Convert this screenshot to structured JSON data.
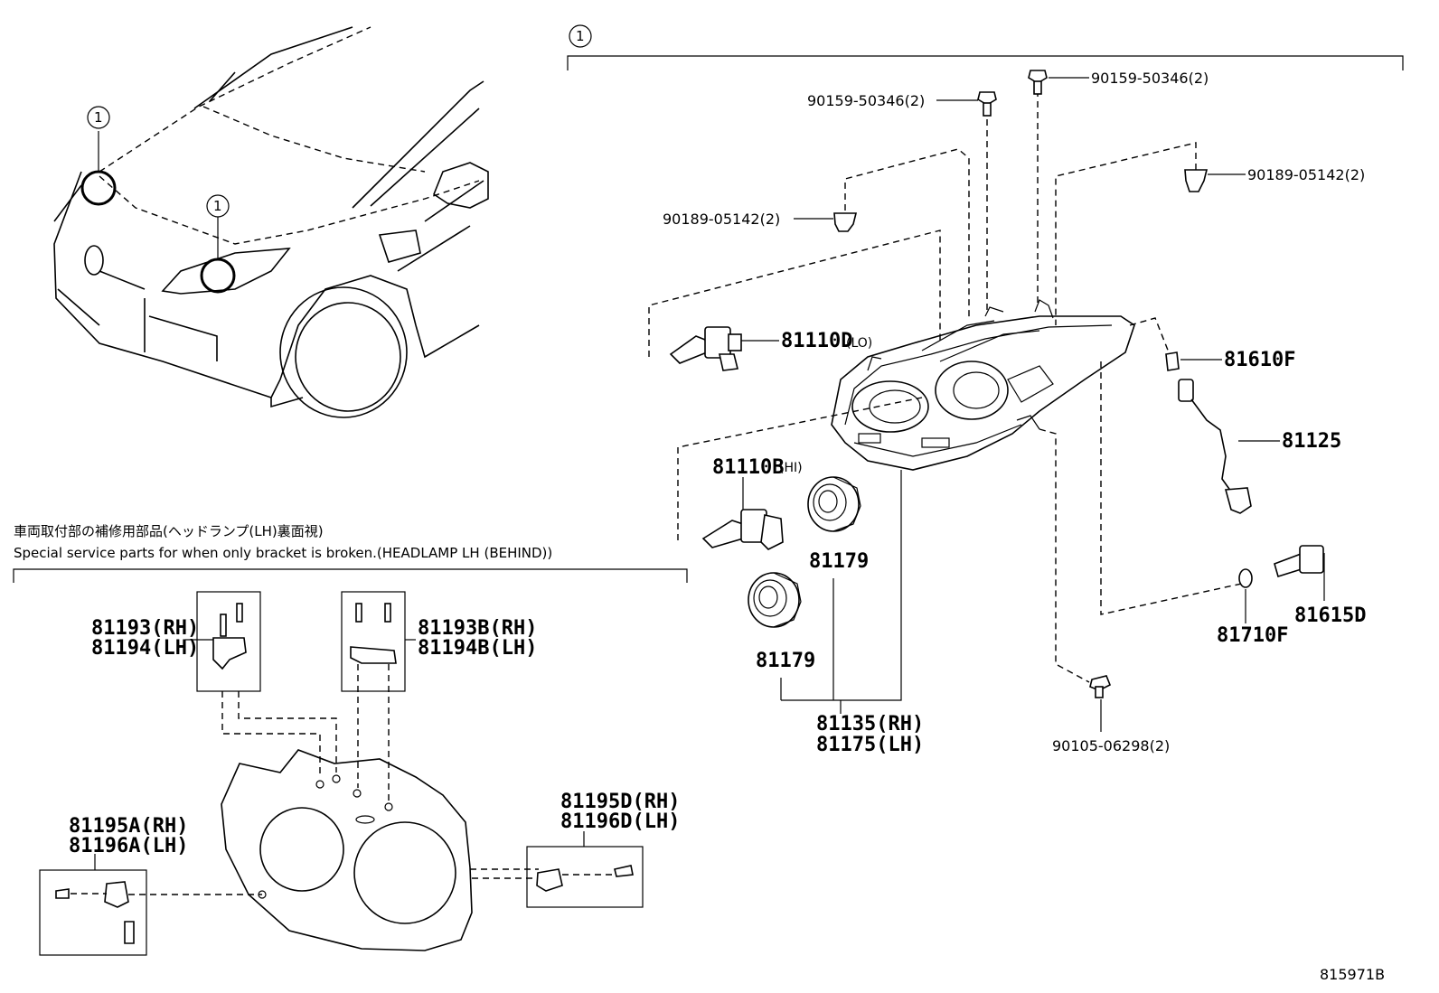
{
  "callout": "1",
  "labels": {
    "bolt_top_right": "90159-50346(2)",
    "bolt_top_left": "90159-50346(2)",
    "clip_right": "90189-05142(2)",
    "clip_left": "90189-05142(2)",
    "bulb_lo": "81110D",
    "bulb_lo_suffix": "(LO)",
    "bulb_hi": "81110B",
    "bulb_hi_suffix": "(HI)",
    "cap_upper": "81179",
    "cap_lower": "81179",
    "socket": "81610F",
    "wire": "81125",
    "bulb_side": "81615D",
    "bulb_small": "81710F",
    "assy_rh": "81135(RH)",
    "assy_lh": "81175(LH)",
    "screw_bottom": "90105-06298(2)",
    "bracket_a_rh": "81193(RH)",
    "bracket_a_lh": "81194(LH)",
    "bracket_b_rh": "81193B(RH)",
    "bracket_b_lh": "81194B(LH)",
    "bracket_c_rh": "81195A(RH)",
    "bracket_c_lh": "81196A(LH)",
    "bracket_d_rh": "81195D(RH)",
    "bracket_d_lh": "81196D(LH)"
  },
  "notes": {
    "jp": "車両取付部の補修用部品(ヘッドランプ(LH)裏面視)",
    "en": "Special service parts for when only bracket is broken.(HEADLAMP LH (BEHIND))"
  },
  "diagram_code": "815971B"
}
